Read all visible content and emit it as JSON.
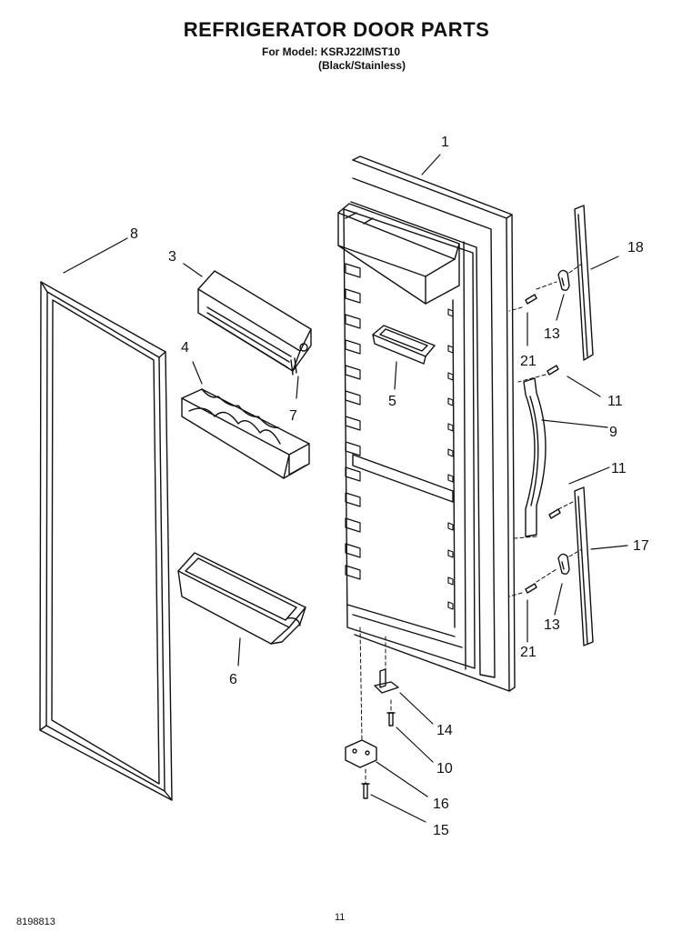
{
  "header": {
    "title": "REFRIGERATOR DOOR PARTS",
    "model_line": "For Model: KSRJ22IMST10",
    "variant_line": "(Black/Stainless)"
  },
  "footer": {
    "doc_number": "8198813",
    "page_number": "11"
  },
  "callouts": [
    {
      "id": "1",
      "part": "door"
    },
    {
      "id": "3",
      "part": "dairy-bin"
    },
    {
      "id": "4",
      "part": "egg-tray"
    },
    {
      "id": "5",
      "part": "small-shelf-bin"
    },
    {
      "id": "6",
      "part": "door-bin"
    },
    {
      "id": "7",
      "part": "wire"
    },
    {
      "id": "8",
      "part": "gasket"
    },
    {
      "id": "9",
      "part": "handle"
    },
    {
      "id": "10",
      "part": "screw"
    },
    {
      "id": "11",
      "part": "screw"
    },
    {
      "id": "13",
      "part": "clip"
    },
    {
      "id": "14",
      "part": "hinge-pin"
    },
    {
      "id": "15",
      "part": "screw"
    },
    {
      "id": "16",
      "part": "hinge"
    },
    {
      "id": "17",
      "part": "trim-strip"
    },
    {
      "id": "18",
      "part": "trim-strip"
    },
    {
      "id": "21",
      "part": "screw"
    }
  ]
}
